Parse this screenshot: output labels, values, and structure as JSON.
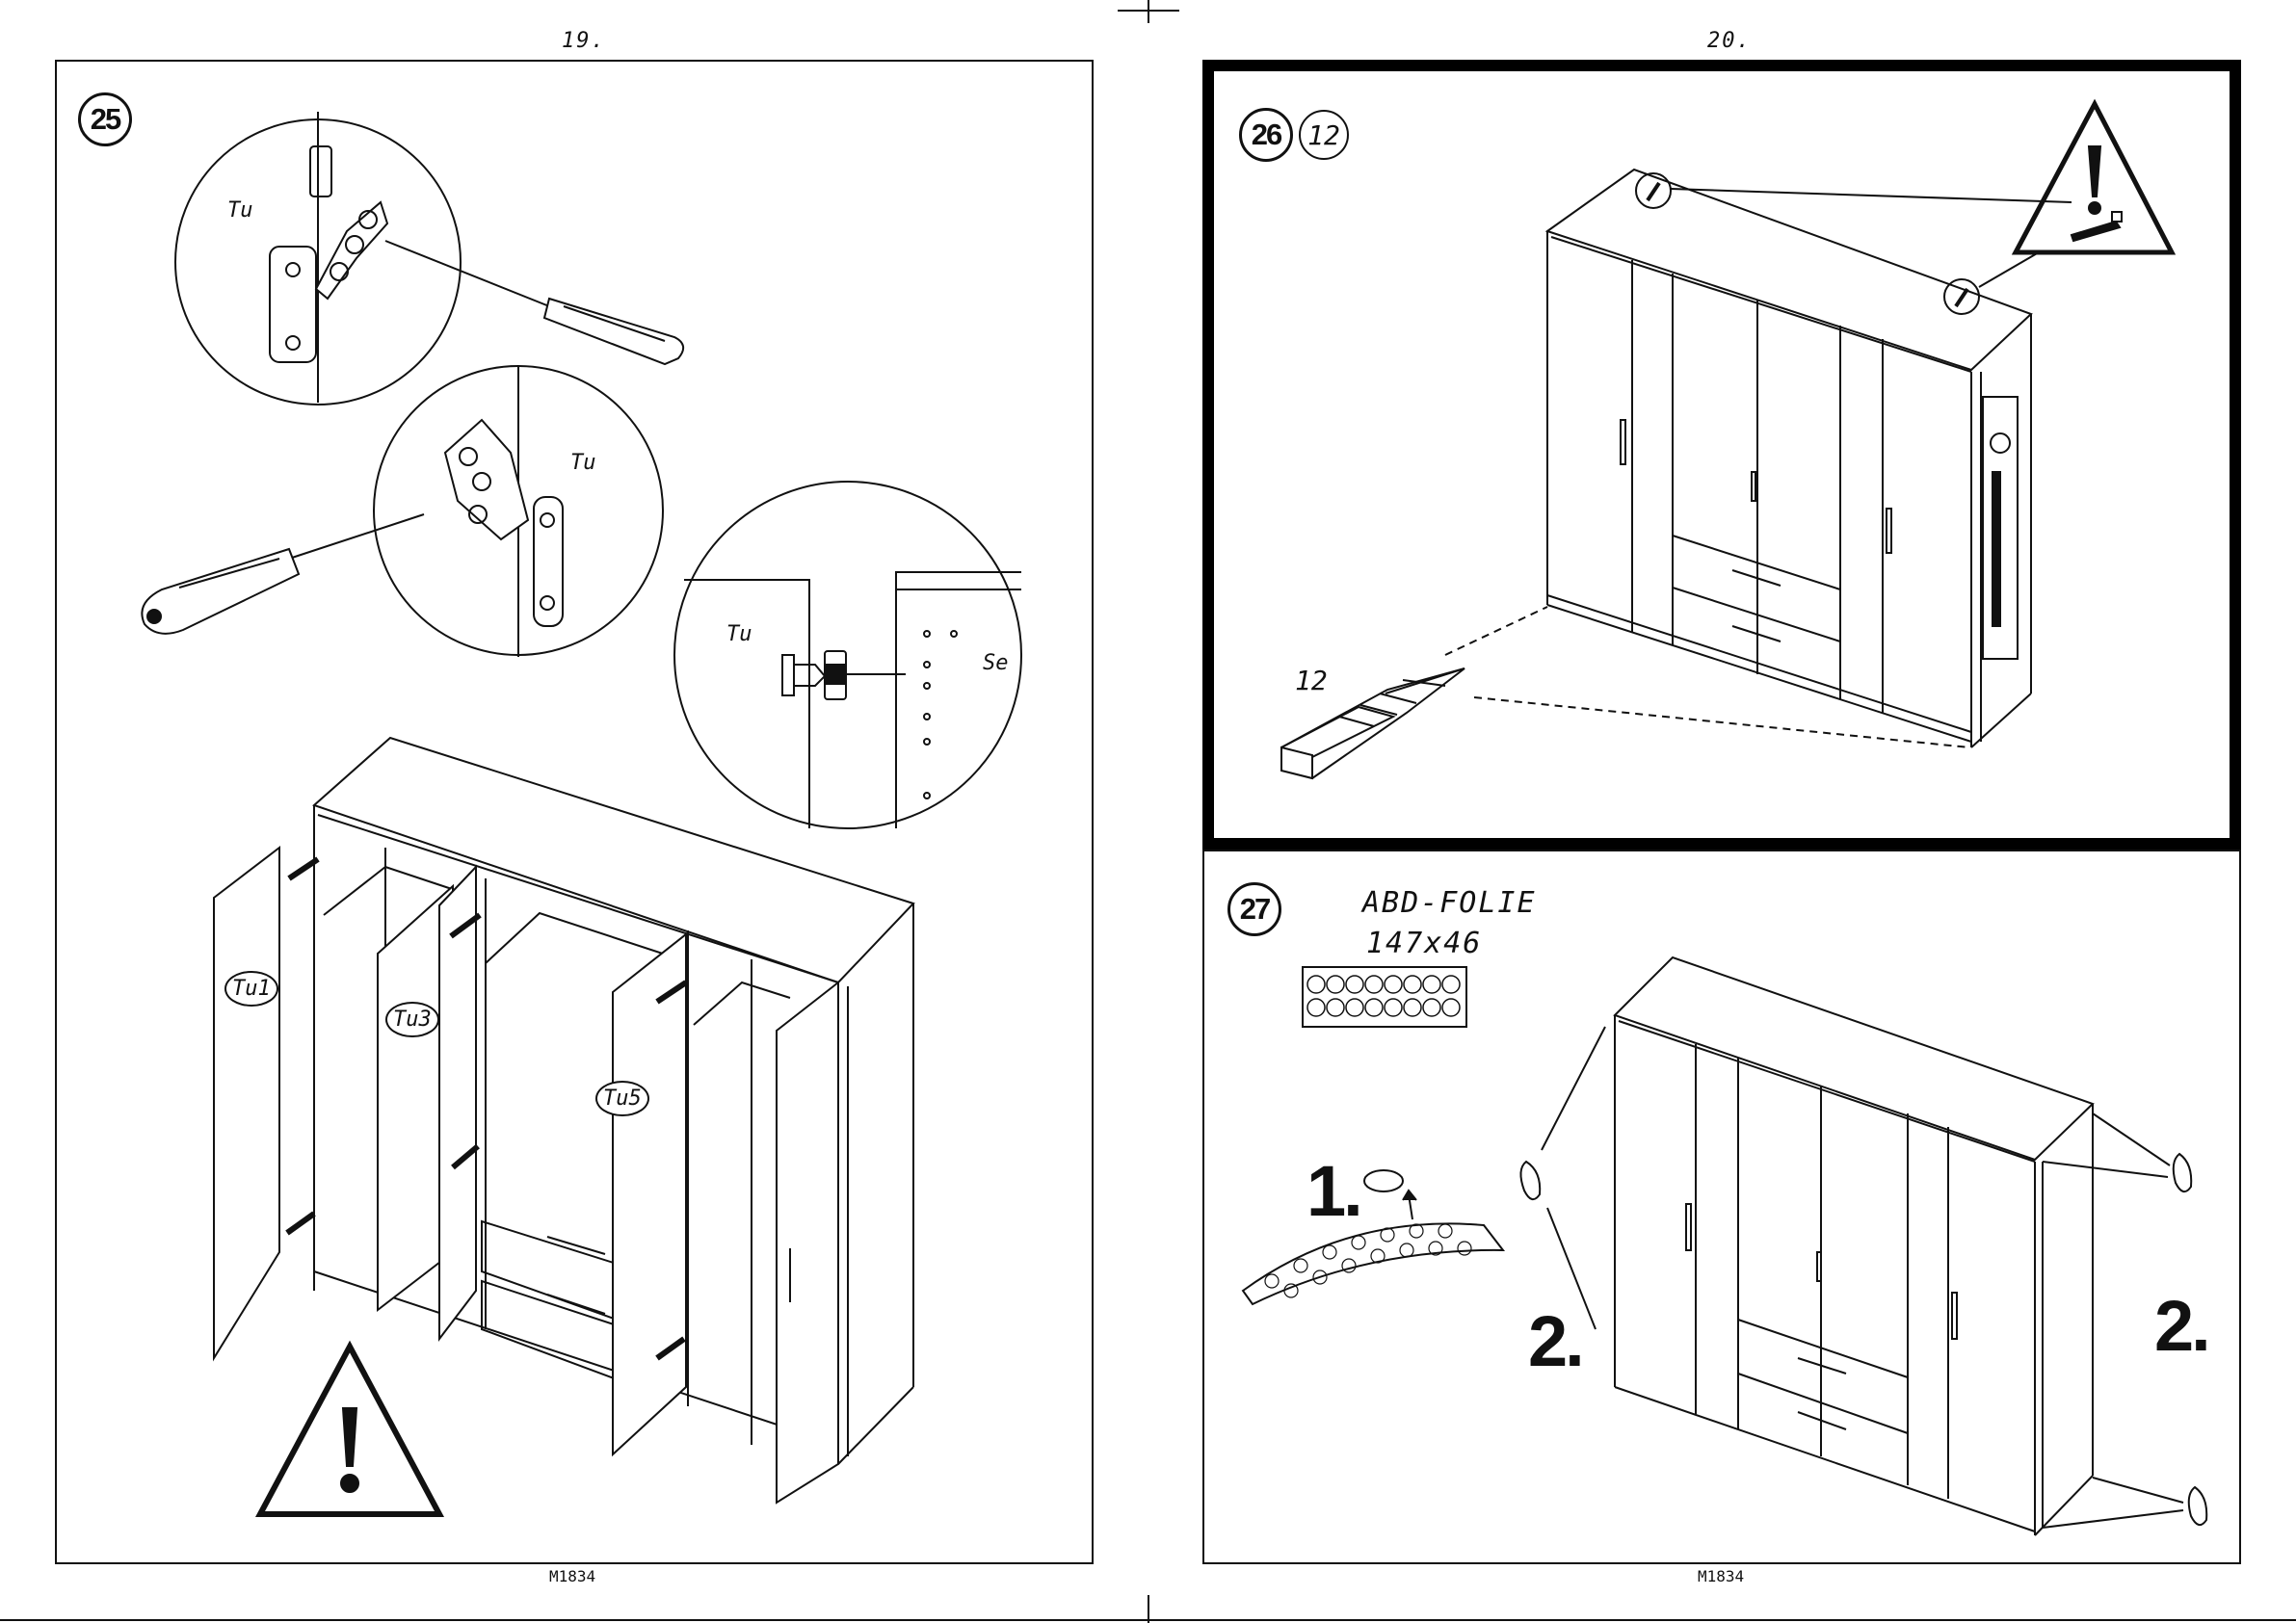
{
  "pages": {
    "left": {
      "page_number": "19.",
      "footer_code": "M1834",
      "step": "25",
      "labels": {
        "tu_top": "Tu",
        "tu_middle": "Tu",
        "tu_hinge_detail": "Tu",
        "se_hinge_detail": "Se",
        "door_1": "Tu1",
        "door_3": "Tu3",
        "door_5": "Tu5"
      }
    },
    "right": {
      "page_number": "20.",
      "footer_code": "M1834",
      "step_26": {
        "step": "26",
        "quantity": "12",
        "part_quantity_label": "12"
      },
      "step_27": {
        "step": "27",
        "part_name": "ABD-FOLIE",
        "part_size": "147x46",
        "instruction_1": "1.",
        "instruction_2_left": "2.",
        "instruction_2_right": "2."
      }
    }
  }
}
